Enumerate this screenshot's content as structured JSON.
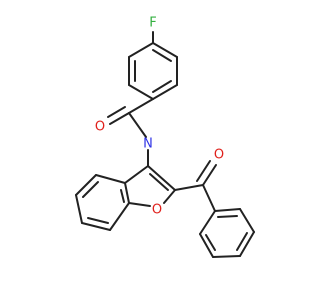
{
  "molecule": {
    "atoms": {
      "F": {
        "text": "F",
        "color": "#33b040"
      },
      "O1": {
        "text": "O",
        "color": "#e0201b"
      },
      "N": {
        "text": "N",
        "color": "#2f33e6"
      },
      "O2": {
        "text": "O",
        "color": "#e0201b"
      },
      "O3": {
        "text": "O",
        "color": "#e0201b"
      }
    },
    "bond_color": "#222222"
  }
}
